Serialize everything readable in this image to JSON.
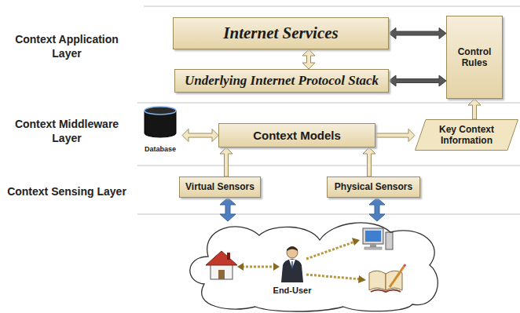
{
  "diagram": {
    "nodes": [
      {
        "text": [
          "Internet Services"
        ]
      },
      {
        "text": [
          "Control Rules"
        ]
      },
      {
        "text": [
          "Underlying Internet Protocol Stack"
        ]
      },
      {
        "text": [
          "Database"
        ]
      },
      {
        "text": [
          "Context Models"
        ]
      },
      {
        "text": [
          "Key Context Information"
        ]
      },
      {
        "text": [
          "Virtual Sensors"
        ]
      },
      {
        "text": [
          "Physical Sensors"
        ]
      },
      {
        "text": [
          "End-User"
        ]
      }
    ],
    "edges": [
      {
        "from": 0,
        "to": 1,
        "arrow": "both"
      },
      {
        "from": 0,
        "to": 2,
        "arrow": "both"
      },
      {
        "from": 2,
        "to": 1,
        "arrow": "both"
      },
      {
        "from": 3,
        "to": 4,
        "arrow": "both"
      },
      {
        "from": 4,
        "to": 5,
        "arrow": "to"
      },
      {
        "from": 5,
        "to": 1,
        "arrow": "to"
      },
      {
        "from": 6,
        "to": 4,
        "arrow": "to"
      },
      {
        "from": 7,
        "to": 4,
        "arrow": "to"
      },
      {
        "from": 6,
        "to": 8,
        "arrow": "both"
      },
      {
        "from": 7,
        "to": 8,
        "arrow": "both"
      }
    ],
    "labels": [
      "Context Application Layer",
      "Context Middleware Layer",
      "Context Sensing Layer"
    ]
  }
}
